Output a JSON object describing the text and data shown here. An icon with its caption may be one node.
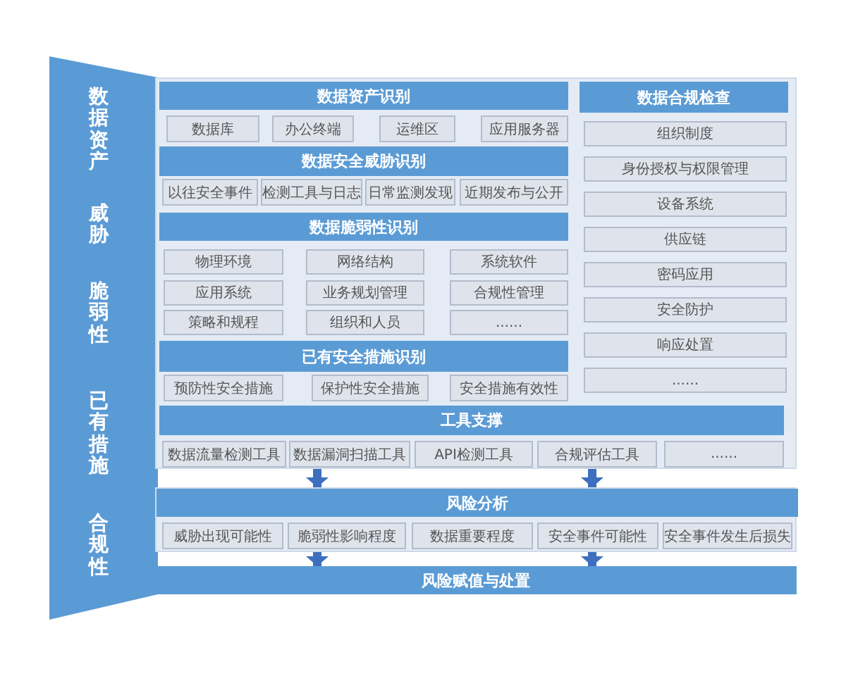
{
  "diagram": {
    "nodes": [
      {
        "text": [
          "数据资产",
          "威胁",
          "脆弱性",
          "已有措施",
          "合规性"
        ]
      },
      {
        "text": [],
        "shape": "box"
      },
      {
        "text": [
          "数据资产识别"
        ],
        "in": 1
      },
      {
        "text": [
          "数据库"
        ],
        "in": 1
      },
      {
        "text": [
          "办公终端"
        ],
        "in": 1
      },
      {
        "text": [
          "运维区"
        ],
        "in": 1
      },
      {
        "text": [
          "应用服务器"
        ],
        "in": 1
      },
      {
        "text": [
          "数据安全威胁识别"
        ],
        "in": 1
      },
      {
        "text": [
          "以往安全事件"
        ],
        "in": 1
      },
      {
        "text": [
          "检测工具与日志"
        ],
        "in": 1
      },
      {
        "text": [
          "日常监测发现"
        ],
        "in": 1
      },
      {
        "text": [
          "近期发布与公开"
        ],
        "in": 1
      },
      {
        "text": [
          "数据脆弱性识别"
        ],
        "in": 1
      },
      {
        "text": [
          "物理环境"
        ],
        "in": 1
      },
      {
        "text": [
          "网络结构"
        ],
        "in": 1
      },
      {
        "text": [
          "系统软件"
        ],
        "in": 1
      },
      {
        "text": [
          "应用系统"
        ],
        "in": 1
      },
      {
        "text": [
          "业务规划管理"
        ],
        "in": 1
      },
      {
        "text": [
          "合规性管理"
        ],
        "in": 1
      },
      {
        "text": [
          "策略和规程"
        ],
        "in": 1
      },
      {
        "text": [
          "组织和人员"
        ],
        "in": 1
      },
      {
        "text": [
          "......"
        ],
        "in": 1
      },
      {
        "text": [
          "已有安全措施识别"
        ],
        "in": 1
      },
      {
        "text": [
          "预防性安全措施"
        ],
        "in": 1
      },
      {
        "text": [
          "保护性安全措施"
        ],
        "in": 1
      },
      {
        "text": [
          "安全措施有效性"
        ],
        "in": 1
      },
      {
        "text": [
          "数据合规检查"
        ],
        "in": 1
      },
      {
        "text": [
          "组织制度"
        ],
        "in": 1
      },
      {
        "text": [
          "身份授权与权限管理"
        ],
        "in": 1
      },
      {
        "text": [
          "设备系统"
        ],
        "in": 1
      },
      {
        "text": [
          "供应链"
        ],
        "in": 1
      },
      {
        "text": [
          "密码应用"
        ],
        "in": 1
      },
      {
        "text": [
          "安全防护"
        ],
        "in": 1
      },
      {
        "text": [
          "响应处置"
        ],
        "in": 1
      },
      {
        "text": [
          "......"
        ],
        "in": 1
      },
      {
        "text": [
          "工具支撑"
        ],
        "in": 1
      },
      {
        "text": [
          "数据流量检测工具"
        ],
        "in": 1
      },
      {
        "text": [
          "数据漏洞扫描工具"
        ],
        "in": 1
      },
      {
        "text": [
          "API检测工具"
        ],
        "in": 1
      },
      {
        "text": [
          "合规评估工具"
        ],
        "in": 1
      },
      {
        "text": [
          "......"
        ],
        "in": 1
      },
      {
        "text": [],
        "shape": "box"
      },
      {
        "text": [
          "风险分析"
        ],
        "in": 41
      },
      {
        "text": [
          "威胁出现可能性"
        ],
        "in": 41
      },
      {
        "text": [
          "脆弱性影响程度"
        ],
        "in": 41
      },
      {
        "text": [
          "数据重要程度"
        ],
        "in": 41
      },
      {
        "text": [
          "安全事件可能性"
        ],
        "in": 41
      },
      {
        "text": [
          "安全事件发生后损失"
        ],
        "in": 41
      },
      {
        "text": [
          "风险赋值与处置"
        ]
      }
    ],
    "edges": [
      {
        "from": 1,
        "to": 42,
        "arrow": "to"
      },
      {
        "from": 1,
        "to": 42,
        "arrow": "to"
      },
      {
        "from": 41,
        "to": 48,
        "arrow": "to"
      },
      {
        "from": 41,
        "to": 48,
        "arrow": "to"
      }
    ]
  }
}
